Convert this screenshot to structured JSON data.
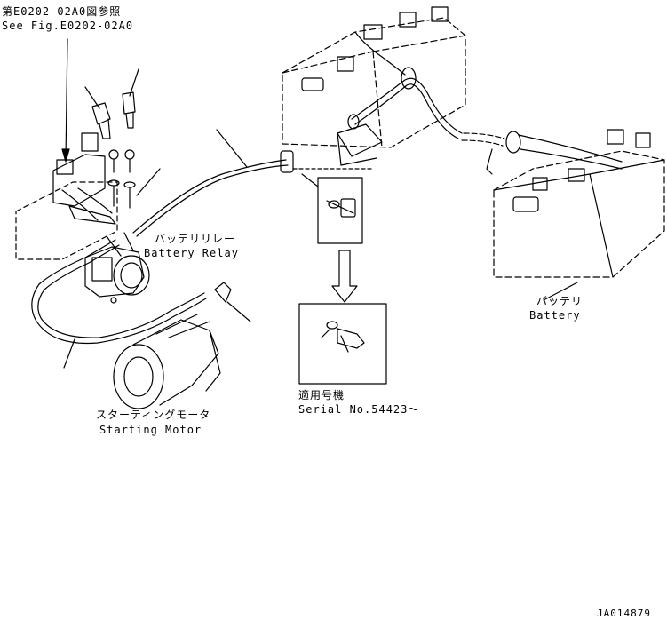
{
  "labels": {
    "ref_ja": "第E0202-02A0図参照",
    "ref_en": "See Fig.E0202-02A0",
    "relay_ja": "バッテリリレー",
    "relay_en": "Battery Relay",
    "battery_ja": "バッテリ",
    "battery_en": "Battery",
    "serial_ja": "適用号機",
    "serial_en": "Serial No.54423～",
    "motor_ja": "スターティングモータ",
    "motor_en": "Starting Motor",
    "drawing_no": "JA014879"
  },
  "colors": {
    "line": "#000000",
    "background": "#ffffff"
  }
}
